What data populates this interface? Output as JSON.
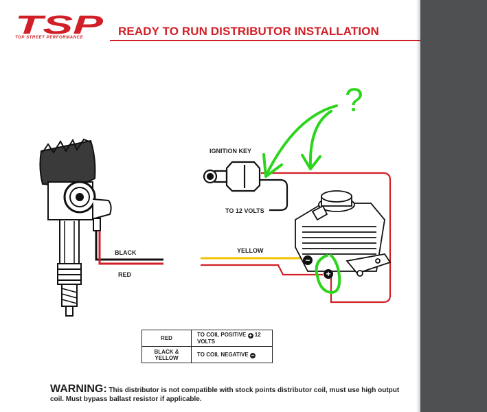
{
  "header": {
    "logo_text": "TSP",
    "logo_subtitle": "TOP STREET PERFORMANCE",
    "title": "READY TO RUN DISTRIBUTOR INSTALLATION"
  },
  "diagram": {
    "ignition_key_label": "IGNITION KEY",
    "to_12v_label": "TO 12 VOLTS",
    "black_label": "BLACK",
    "red_label": "RED",
    "yellow_label": "YELLOW",
    "question_mark": "?",
    "minus_symbol": "−",
    "plus_symbol": "+"
  },
  "legend": {
    "rows": [
      {
        "wire": "RED",
        "connection": "TO COIL POSITIVE",
        "symbol": "+",
        "suffix": "12 VOLTS"
      },
      {
        "wire": "BLACK & YELLOW",
        "connection": "TO COIL NEGATIVE",
        "symbol": "−",
        "suffix": ""
      }
    ]
  },
  "warning": {
    "title": "WARNING:",
    "text": "This distributor is not compatible with stock points distributor coil, must use high output coil. Must bypass ballast resistor if applicable."
  },
  "colors": {
    "brand_red": "#d11f27",
    "wire_red": "#d11f27",
    "wire_yellow": "#f2c100",
    "annotation_green": "#2cd51c",
    "viewer_gray": "#4e5052"
  }
}
